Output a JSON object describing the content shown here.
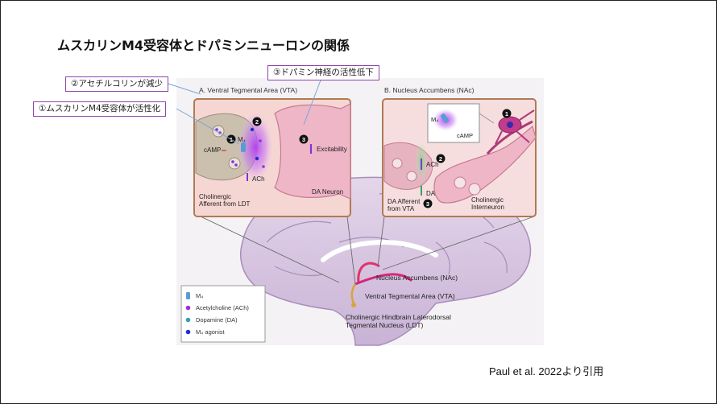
{
  "slide": {
    "title": "ムスカリンM4受容体とドパミンニューロンの関係",
    "citation": "Paul et al. 2022より引用"
  },
  "callouts": [
    {
      "label": "②アセチルコリンが減少"
    },
    {
      "label": "③ドパミン神経の活性低下"
    },
    {
      "label": "①ムスカリンM4受容体が活性化"
    }
  ],
  "panel_a": {
    "title": "A. Ventral Tegmental Area (VTA)",
    "camp": "cAMP",
    "m4": "M₄",
    "ach": "ACh",
    "excitability": "Excitability",
    "afferent": "Cholinergic\nAfferent from LDT",
    "da_neuron": "DA Neuron",
    "steps": [
      "1",
      "2",
      "3"
    ]
  },
  "panel_b": {
    "title": "B. Nucleus Accumbens (NAc)",
    "m4": "M₄",
    "camp": "cAMP",
    "ach": "ACh",
    "da": "DA",
    "da_afferent": "DA Afferent\nfrom VTA",
    "interneuron": "Cholinergic\nInterneuron",
    "steps": [
      "1",
      "2",
      "3"
    ]
  },
  "brain_labels": {
    "nac": "Nucleus Accumbens (NAc)",
    "vta": "Ventral Tegmental Area (VTA)",
    "ldt": "Cholinergic Hindbrain Laterodorsal\nTegmental Nucleus (LDT)"
  },
  "legend": {
    "items": [
      {
        "label": "M₄",
        "color": "#5b9bd5",
        "icon": "receptor-icon"
      },
      {
        "label": "Acetylcholine (ACh)",
        "color": "#9b30d9",
        "icon": "dot-icon"
      },
      {
        "label": "Dopamine (DA)",
        "color": "#3a9fa8",
        "icon": "dot-icon"
      },
      {
        "label": "M₄ agonist",
        "color": "#2a2ad0",
        "icon": "dot-icon"
      }
    ]
  }
}
